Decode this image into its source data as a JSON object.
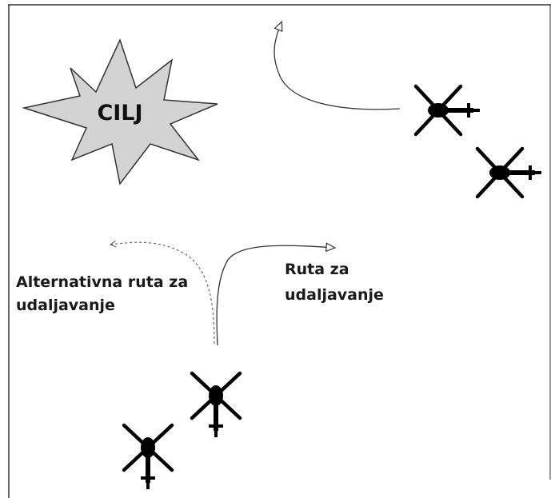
{
  "diagram": {
    "target": {
      "label": "CILJ"
    },
    "route_label": {
      "line1": "Ruta za",
      "line2": "udaljavanje"
    },
    "alt_route_label": {
      "line1": "Alternativna ruta za",
      "line2": "udaljavanje"
    },
    "colors": {
      "target_fill": "#d3d3d3",
      "stroke": "#000000",
      "helicopter": "#000000"
    }
  }
}
